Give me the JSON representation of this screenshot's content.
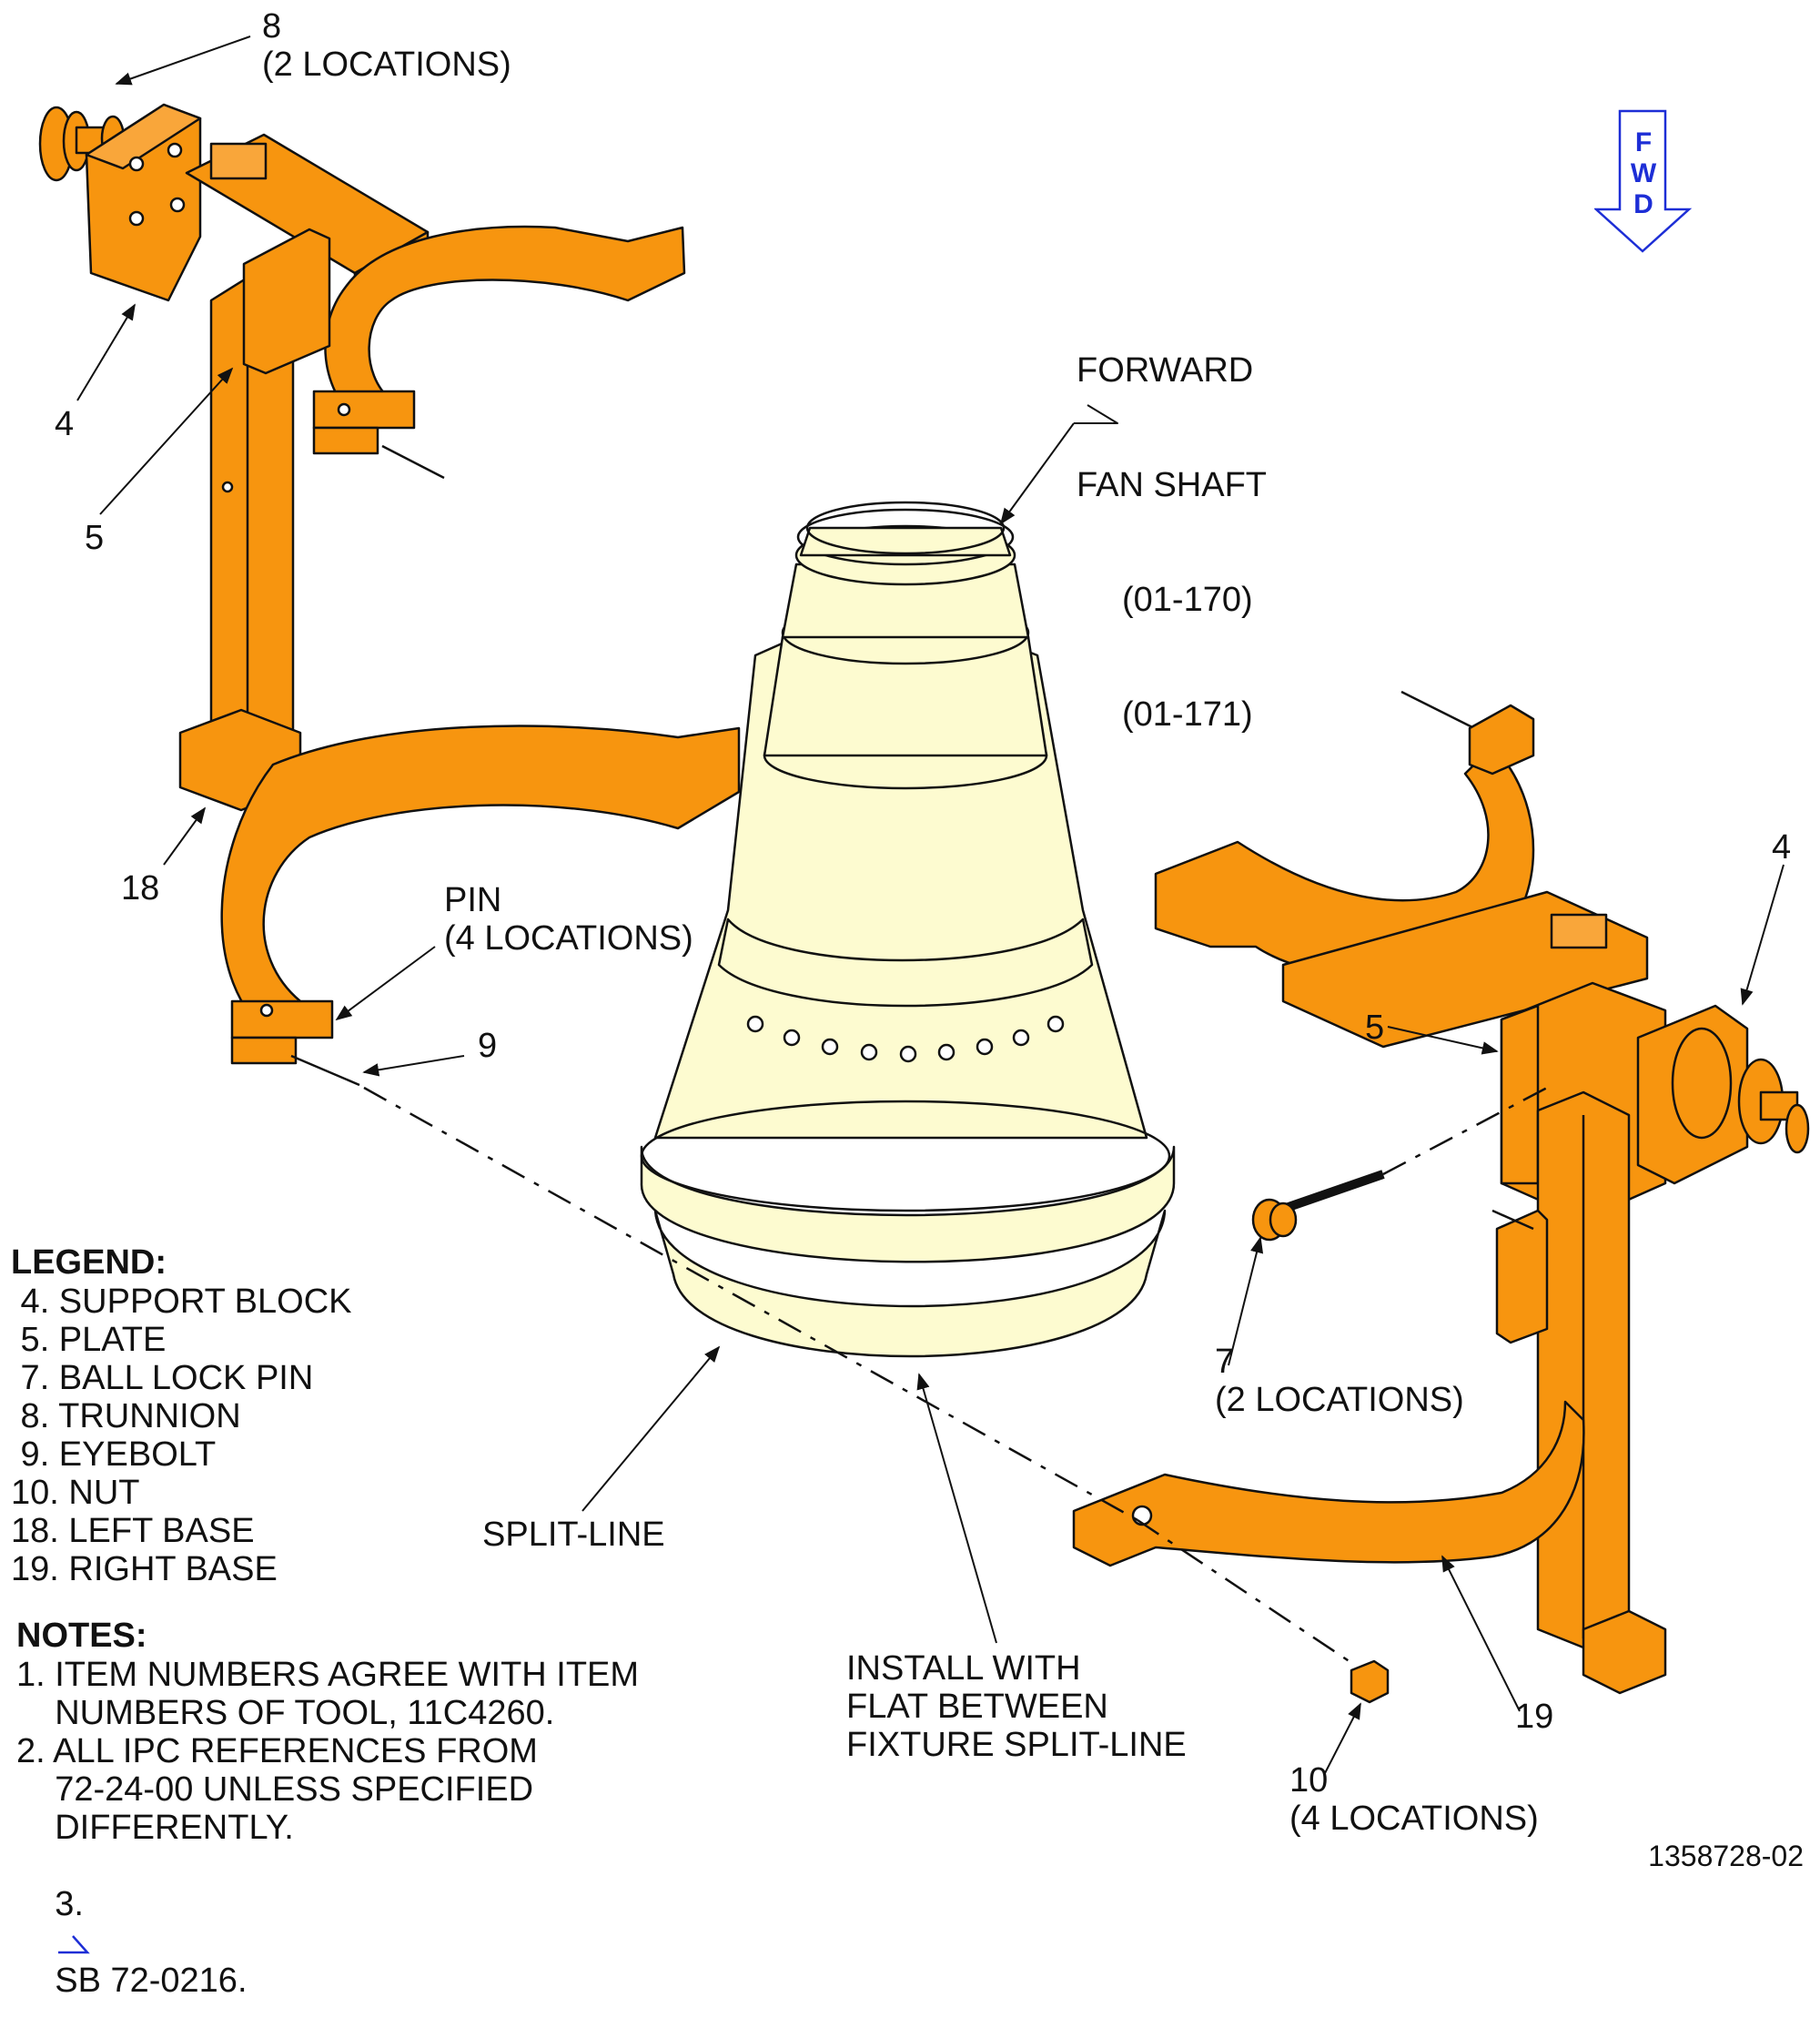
{
  "callouts": {
    "c8": "8\n(2 LOCATIONS)",
    "c4_left": "4",
    "c5_left": "5",
    "c18": "18",
    "pin": "PIN\n(4 LOCATIONS)",
    "c9": "9",
    "shaft_line1": "FORWARD",
    "shaft_line2": "FAN SHAFT",
    "shaft_line3": "(01-170)",
    "shaft_line4": "(01-171)",
    "c4_right": "4",
    "c5_right": "5",
    "c7": "7\n(2 LOCATIONS)",
    "c19": "19",
    "c10": "10\n(4 LOCATIONS)",
    "split_line": "SPLIT-LINE",
    "install": "INSTALL WITH\nFLAT BETWEEN\nFIXTURE SPLIT-LINE"
  },
  "fwd_indicator": {
    "label": "FWD",
    "letters": [
      "F",
      "W",
      "D"
    ],
    "color": "#1d2ed6"
  },
  "legend": {
    "title": "LEGEND:",
    "items": [
      " 4. SUPPORT BLOCK",
      " 5. PLATE",
      " 7. BALL LOCK PIN",
      " 8. TRUNNION",
      " 9. EYEBOLT",
      "10. NUT",
      "18. LEFT BASE",
      "19. RIGHT BASE"
    ]
  },
  "notes": {
    "title": "NOTES:",
    "items": [
      "1. ITEM NUMBERS AGREE WITH ITEM\n    NUMBERS OF TOOL, 11C4260.",
      "2. ALL IPC REFERENCES FROM\n    72-24-00 UNLESS SPECIFIED\n    DIFFERENTLY."
    ],
    "note3_prefix": "3.",
    "note3_text": "SB 72-0216."
  },
  "figure_id": "1358728-02",
  "colors": {
    "fixture": "#f7950f",
    "shaft": "#fdfbd0",
    "outline": "#111111",
    "fwd": "#1d2ed6"
  }
}
